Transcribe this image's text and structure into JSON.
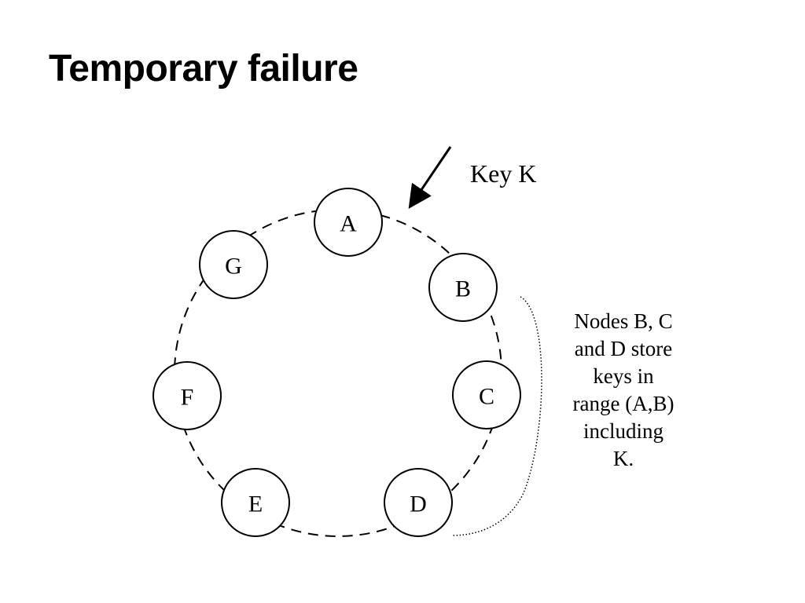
{
  "slide": {
    "title": "Temporary failure"
  },
  "diagram": {
    "nodes": [
      {
        "id": "A",
        "label": "A"
      },
      {
        "id": "B",
        "label": "B"
      },
      {
        "id": "C",
        "label": "C"
      },
      {
        "id": "D",
        "label": "D"
      },
      {
        "id": "E",
        "label": "E"
      },
      {
        "id": "F",
        "label": "F"
      },
      {
        "id": "G",
        "label": "G"
      }
    ],
    "key_label": "Key K",
    "note_lines": [
      "Nodes B, C",
      "and D store",
      "keys in",
      "range (A,B)",
      "including",
      "K."
    ]
  }
}
